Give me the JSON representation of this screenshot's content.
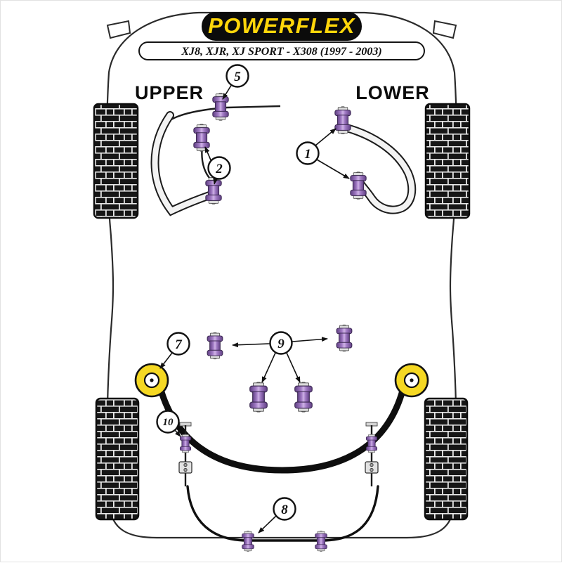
{
  "header": {
    "brand": "POWERFLEX",
    "subtitle": "XJ8, XJR, XJ SPORT - X308 (1997 - 2003)"
  },
  "labels": {
    "upper": "UPPER",
    "lower": "LOWER"
  },
  "callouts": [
    {
      "num": "5"
    },
    {
      "num": "2"
    },
    {
      "num": "1"
    },
    {
      "num": "7"
    },
    {
      "num": "9"
    },
    {
      "num": "10"
    },
    {
      "num": "8"
    }
  ],
  "colors": {
    "brand_yellow": "#FFD60A",
    "bushing_purple": "#9B76BC",
    "mount_yellow": "#F5D823",
    "line_black": "#141414"
  }
}
